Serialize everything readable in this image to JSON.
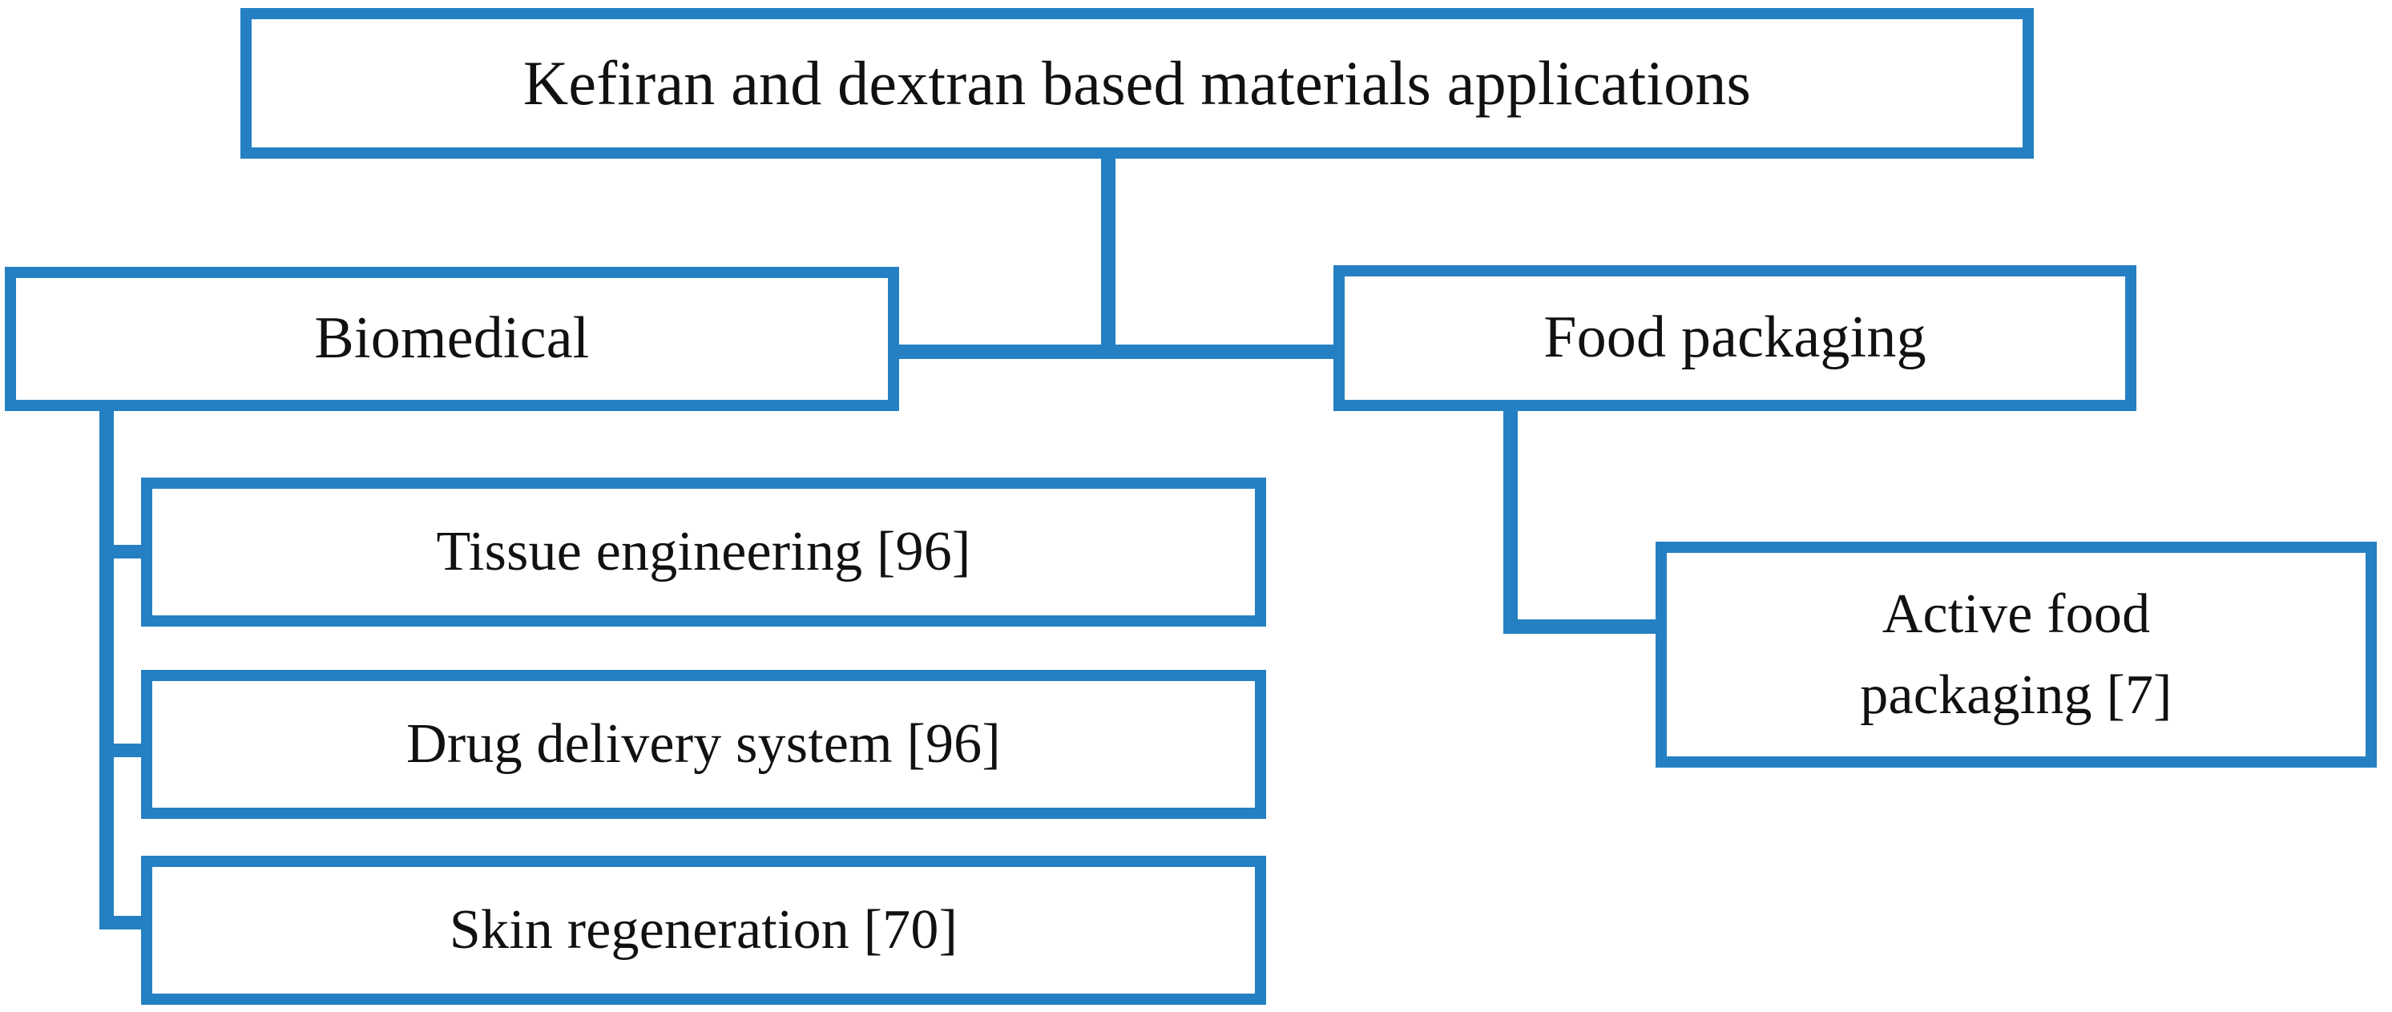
{
  "diagram": {
    "type": "flowchart",
    "orientation": "top-down",
    "accent_color": "#2580c3",
    "box_fill_color": "#ffffff",
    "text_color": "#111111",
    "nodes": {
      "root": {
        "label": "Kefiran and dextran based materials applications"
      },
      "biomedical": {
        "label": "Biomedical"
      },
      "food_packaging": {
        "label": "Food packaging"
      },
      "tissue_engineering": {
        "label": "Tissue engineering  [96]"
      },
      "drug_delivery": {
        "label": "Drug  delivery system  [96]"
      },
      "skin_regeneration": {
        "label": "Skin regeneration [70]"
      },
      "active_food_packaging": {
        "label": "Active food\npackaging  [7]"
      }
    }
  }
}
